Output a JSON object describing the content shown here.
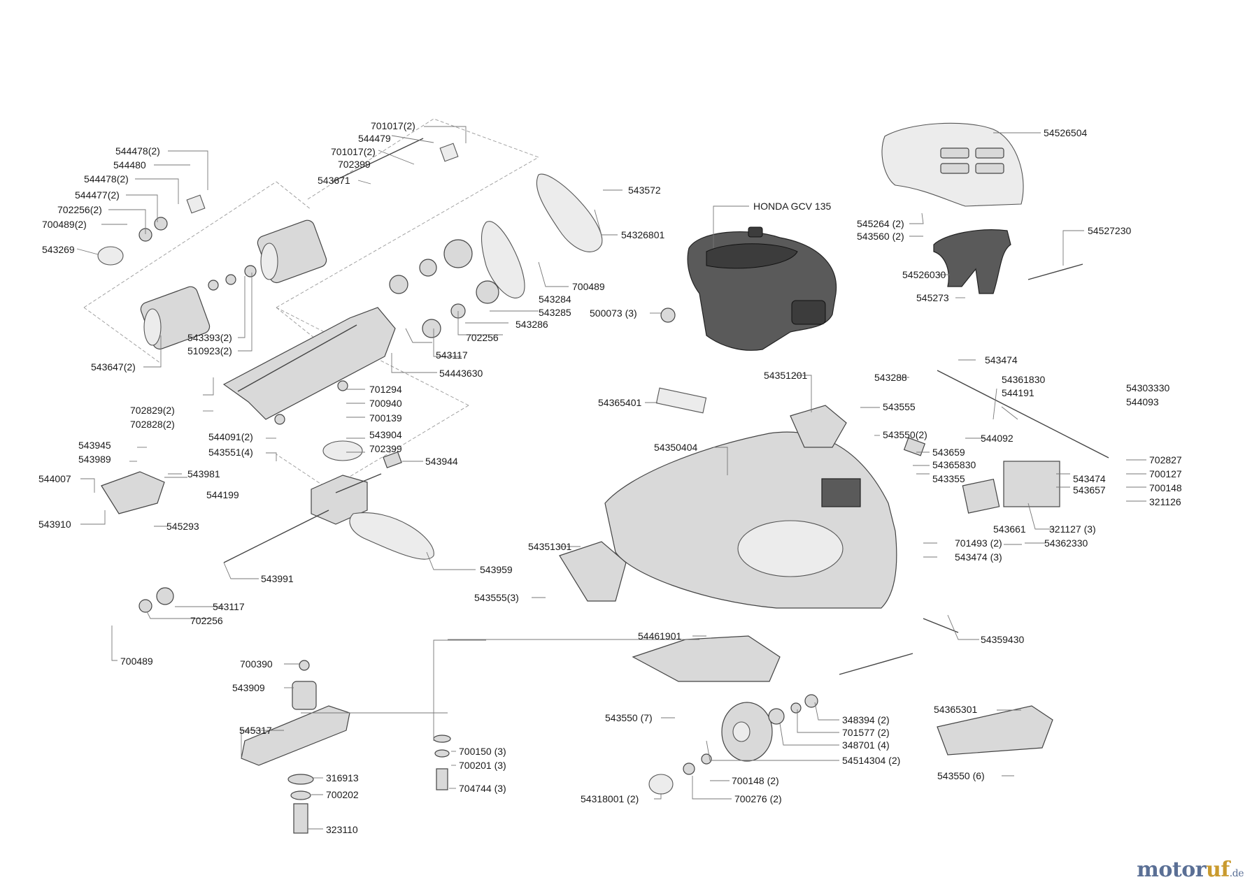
{
  "engine": "HONDA GCV 135",
  "brand": {
    "main": "motor",
    "accent": "uf",
    "tld": ".de"
  },
  "labels": [
    "701017(2)",
    "544479",
    "701017(2)",
    "702399",
    "543671",
    "544478(2)",
    "544480",
    "544478(2)",
    "544477(2)",
    "702256(2)",
    "700489(2)",
    "543269",
    "543393(2)",
    "510923(2)",
    "543647(2)",
    "543572",
    "54326801",
    "700489",
    "543284",
    "543285",
    "543286",
    "702256",
    "543117",
    "54443630",
    "702829(2)",
    "702828(2)",
    "701294",
    "700940",
    "700139",
    "543904",
    "702399",
    "543944",
    "544091(2)",
    "543551(4)",
    "543945",
    "543989",
    "543981",
    "544007",
    "544199",
    "543910",
    "545293",
    "543991",
    "543959",
    "543117",
    "702256",
    "700489",
    "54526504",
    "545264 (2)",
    "543560 (2)",
    "54527230",
    "54526030",
    "545273",
    "500073 (3)",
    "54351201",
    "54365401",
    "54350404",
    "543474",
    "543288",
    "54361830",
    "544191",
    "54303330",
    "544093",
    "543555",
    "543550(2)",
    "544092",
    "543659",
    "54365830",
    "543355",
    "702827",
    "700127",
    "700148",
    "321126",
    "543474",
    "543657",
    "543661",
    "321127 (3)",
    "701493 (2)",
    "543474 (3)",
    "54362330",
    "54351301",
    "543555(3)",
    "54461901",
    "54359430",
    "543550 (7)",
    "348394 (2)",
    "701577 (2)",
    "348701 (4)",
    "54514304 (2)",
    "700148 (2)",
    "700276 (2)",
    "54318001 (2)",
    "54365301",
    "543550 (6)",
    "700390",
    "543909",
    "545317",
    "316913",
    "700202",
    "323110",
    "700150 (3)",
    "700201 (3)",
    "704744 (3)"
  ],
  "colors": {
    "ink": "#1a1a1a",
    "part_fill": "#d9d9d9",
    "engine_fill": "#5a5a5a",
    "brand_blue": "#5a6f95",
    "brand_gold": "#c99a2e"
  }
}
